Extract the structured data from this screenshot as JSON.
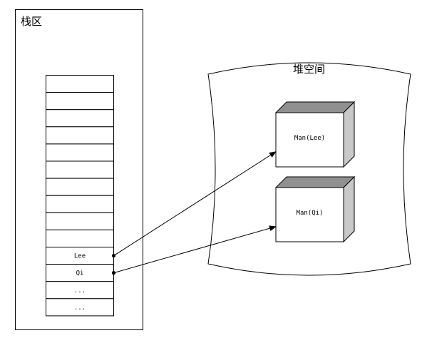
{
  "stack": {
    "title": "栈区",
    "slots": [
      "",
      "",
      "",
      "",
      "",
      "",
      "",
      "",
      "",
      "",
      "Lee",
      "Qi",
      "...",
      "..."
    ]
  },
  "heap": {
    "title": "堆空间",
    "objects": [
      {
        "label": "Man(Lee)"
      },
      {
        "label": "Man(Qi)"
      }
    ]
  },
  "references": [
    {
      "from": "Lee",
      "to": "Man(Lee)"
    },
    {
      "from": "Qi",
      "to": "Man(Qi)"
    }
  ],
  "colors": {
    "line": "#000000",
    "box_side": "#c8c8c8",
    "box_top": "#909090",
    "bg": "#ffffff"
  }
}
